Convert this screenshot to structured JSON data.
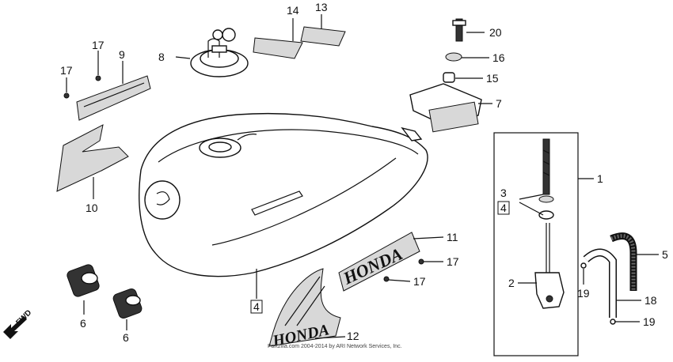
{
  "callouts": {
    "n1": "1",
    "n2": "2",
    "n3": "3",
    "n4a": "4",
    "n4b": "4",
    "n5": "5",
    "n6a": "6",
    "n6b": "6",
    "n7": "7",
    "n8": "8",
    "n9": "9",
    "n10": "10",
    "n11": "11",
    "n12": "12",
    "n13": "13",
    "n14": "14",
    "n15": "15",
    "n16": "16",
    "n17a": "17",
    "n17b": "17",
    "n17c": "17",
    "n17d": "17",
    "n18": "18",
    "n19a": "19",
    "n19b": "19",
    "n20": "20"
  },
  "direction_label": "FWD",
  "logo_text": "HONDA",
  "copyright": "Partzilla.com 2004-2014 by ARI Network Services, Inc."
}
